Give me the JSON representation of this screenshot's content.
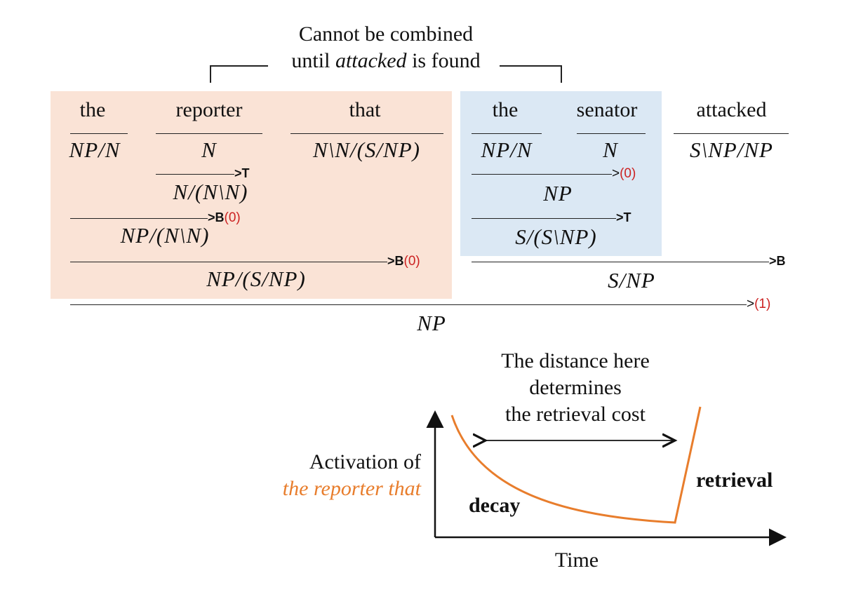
{
  "top_note": {
    "line1": "Cannot be combined",
    "line2_pre": "until ",
    "line2_em": "attacked",
    "line2_post": " is found"
  },
  "words": [
    "the",
    "reporter",
    "that",
    "the",
    "senator",
    "attacked"
  ],
  "lexical_categories": [
    "NP/N",
    "N",
    "N\\N/(S/NP)",
    "NP/N",
    "N",
    "S\\NP/NP"
  ],
  "derivation": {
    "step1": {
      "op": ">T",
      "result": "N/(N\\N)"
    },
    "step2": {
      "op": ">B",
      "tag": "(0)",
      "result": "NP/(N\\N)"
    },
    "step3": {
      "op": ">B",
      "tag": "(0)",
      "result": "NP/(S/NP)"
    },
    "step4": {
      "op": ">",
      "tag": "(0)",
      "result": "NP"
    },
    "step5": {
      "op": ">T",
      "result": "S/(S\\NP)"
    },
    "step6": {
      "op": ">B",
      "result": "S/NP"
    },
    "step7": {
      "op": ">",
      "tag": "(1)",
      "result": "NP"
    }
  },
  "graph": {
    "distance_note": [
      "The distance here",
      "determines",
      "the retrieval cost"
    ],
    "y_label_line1": "Activation of",
    "y_label_line2": "the reporter that",
    "decay_label": "decay",
    "retrieval_label": "retrieval",
    "x_label": "Time"
  },
  "colors": {
    "orange_box": "#fae3d6",
    "blue_box": "#dbe8f4",
    "curve": "#e87d2c",
    "tag_red": "#cc2222"
  }
}
